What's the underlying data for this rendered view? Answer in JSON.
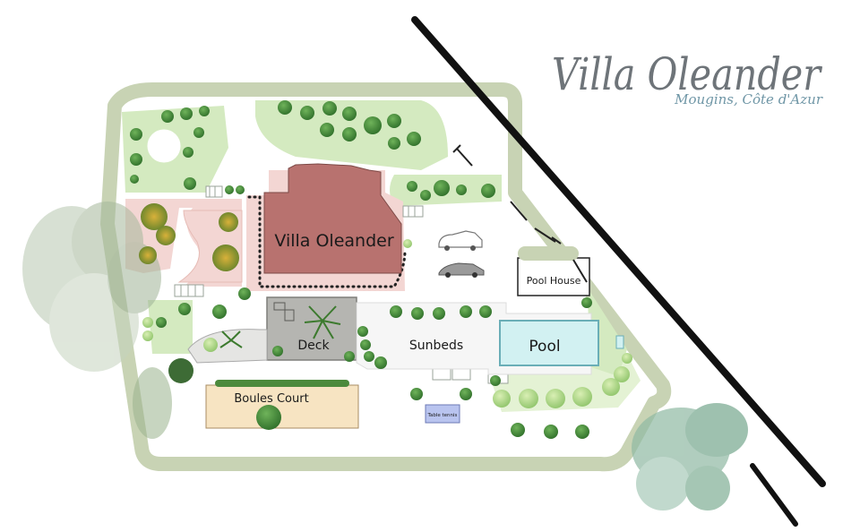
{
  "logo": {
    "title": "Villa Oleander",
    "subtitle": "Mougins, Côte d'Azur"
  },
  "labels": {
    "villa": "Villa Oleander",
    "pool_house": "Pool House",
    "pool": "Pool",
    "deck": "Deck",
    "sunbeds": "Sunbeds",
    "boules": "Boules Court",
    "table_tennis": "Table tennis"
  },
  "colors": {
    "villa": "#b8726f",
    "terrace": "#f3d6d3",
    "deck": "#b5b5b1",
    "pool": "#d2f1f2",
    "pool_border": "#6aaeb7",
    "boules": "#f7e4c2",
    "boules_hedge": "#4c8a3c",
    "path": "#c8d3b4",
    "garden": "#d4eac0",
    "road": "#111111",
    "table_tennis": "#b9c4ef"
  }
}
